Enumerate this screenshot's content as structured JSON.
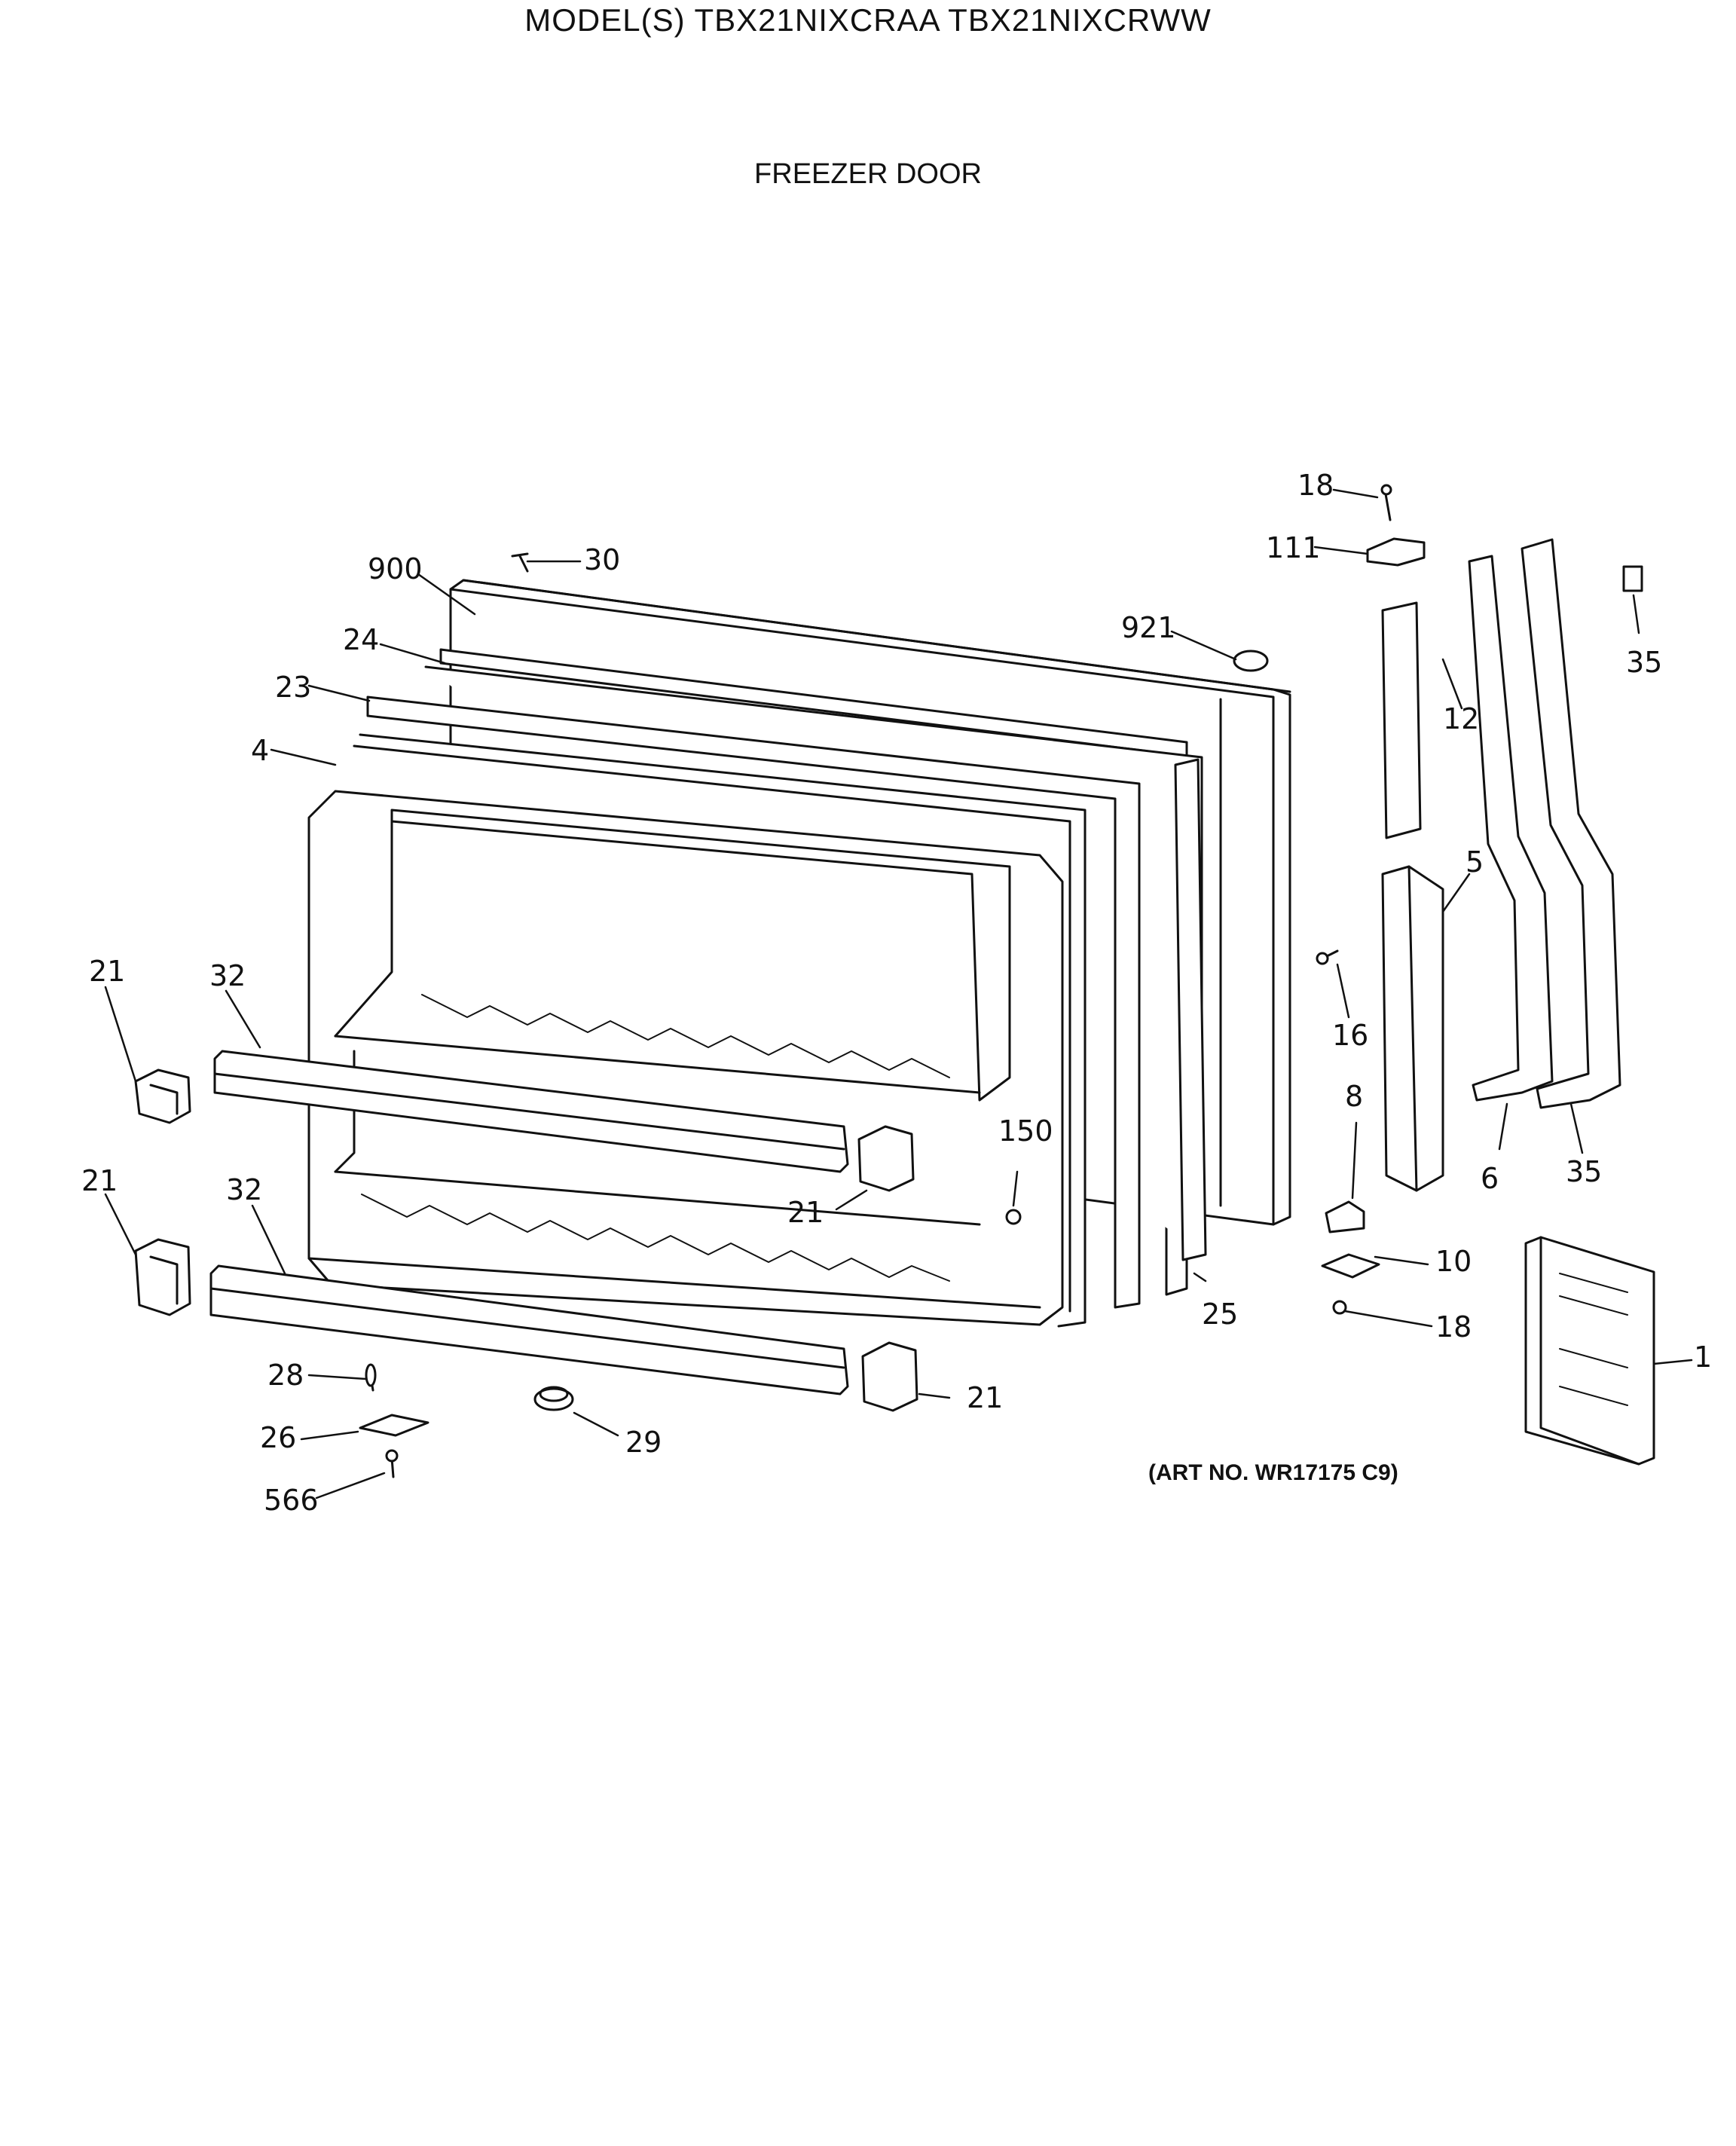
{
  "header": {
    "model_line": "MODEL(S) TBX21NIXCRAA  TBX21NIXCRWW",
    "section_title": "FREEZER DOOR"
  },
  "art_number": "(ART NO. WR17175 C9)",
  "callouts": {
    "c18_top": "18",
    "c111": "111",
    "c900": "900",
    "c30": "30",
    "c24": "24",
    "c921": "921",
    "c23": "23",
    "c4": "4",
    "c12": "12",
    "c35_top": "35",
    "c5": "5",
    "c21_a": "21",
    "c32_a": "32",
    "c16": "16",
    "c150": "150",
    "c8": "8",
    "c6": "6",
    "c35_bottom": "35",
    "c21_b": "21",
    "c32_b": "32",
    "c21_c": "21",
    "c10": "10",
    "c25": "25",
    "c18_bottom": "18",
    "c1": "1",
    "c28": "28",
    "c21_d": "21",
    "c26": "26",
    "c29": "29",
    "c566": "566"
  },
  "colors": {
    "ink": "#111111",
    "paper": "#ffffff"
  }
}
